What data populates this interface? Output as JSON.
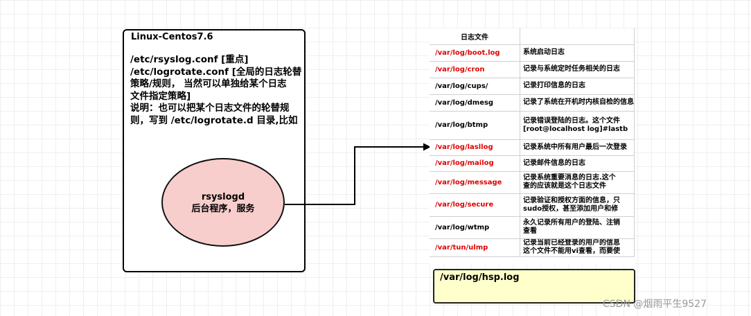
{
  "linux_box": {
    "title": "Linux-Centos7.6",
    "lines": [
      "/etc/rsyslog.conf [重点]",
      "/etc/logrotate.conf [全局的日志轮替",
      "策略/规则， 当然可以单独给某个日志",
      "文件指定策略]",
      "说明：也可以把某个日志文件的轮替规",
      "则，写到 /etc/logrotate.d 目录,比如"
    ]
  },
  "daemon": {
    "line1": "rsyslogd",
    "line2": "后台程序，服务"
  },
  "log_table": {
    "header_col1": "日志文件",
    "header_col2": "",
    "rows": [
      {
        "path": "/var/log/boot.log",
        "desc": [
          "系统启动日志"
        ],
        "red": true
      },
      {
        "path": "/var/log/cron",
        "desc": [
          "记录与系统定时任务相关的日志"
        ],
        "red": true
      },
      {
        "path": "/var/log/cups/",
        "desc": [
          "记录打印信息的日志"
        ],
        "red": false
      },
      {
        "path": "/var/log/dmesg",
        "desc": [
          "记录了系统在开机时内核自检的信息"
        ],
        "red": false
      },
      {
        "path": "/var/log/btmp",
        "desc": [
          "记录错误登陆的日志。这个文件",
          "[root@localhost log]#lastb"
        ],
        "red": false
      },
      {
        "path": "/var/log/lasllog",
        "desc": [
          "记录系统中所有用户最后一次登录"
        ],
        "red": true
      },
      {
        "path": "/var/log/mailog",
        "desc": [
          "记录邮件信息的日志"
        ],
        "red": true
      },
      {
        "path": "/var/log/message",
        "desc": [
          "记录系统重要消息的日志.这个",
          "查的应该就是这个日志文件"
        ],
        "red": true
      },
      {
        "path": "/var/log/secure",
        "desc": [
          "记录验证和授权方面的信息，只",
          "sudo授权，甚至添加用户和修"
        ],
        "red": true
      },
      {
        "path": "/var/log/wtmp",
        "desc": [
          "永久记录所有用户的登陆、注销",
          "查看"
        ],
        "red": false
      },
      {
        "path": "/var/tun/ulmp",
        "desc": [
          "记录当前已经登录的用户的信息",
          "这个文件不能用vi查看，而要使"
        ],
        "red": true
      }
    ]
  },
  "hsp_box": {
    "label": "/var/log/hsp.log"
  },
  "watermark": "CSDN @烟雨平生9527",
  "colors": {
    "ellipse_fill": "#f8cecc",
    "note_fill": "#ffffcc",
    "red_text": "#e00000"
  }
}
